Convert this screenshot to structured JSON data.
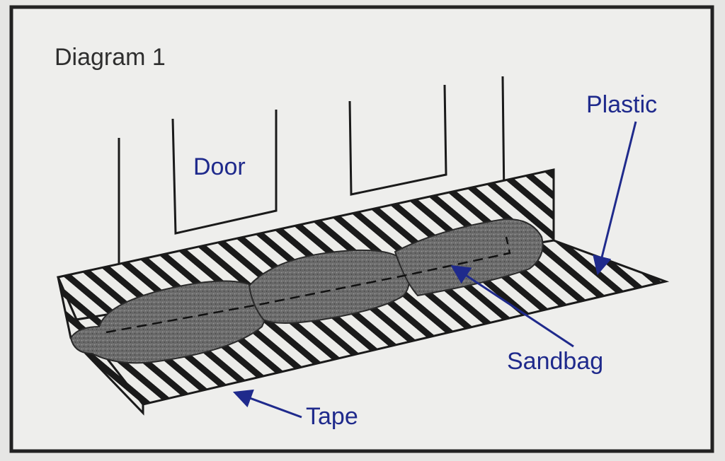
{
  "diagram": {
    "title": "Diagram 1",
    "labels": {
      "door": "Door",
      "plastic": "Plastic",
      "sandbag": "Sandbag",
      "tape": "Tape"
    },
    "colors": {
      "background": "#e6e6e4",
      "frame": "#222222",
      "line": "#1a1a1a",
      "label": "#1f2a8c",
      "title": "#2e2e2e",
      "sandbag": "#6f6f6f"
    }
  }
}
